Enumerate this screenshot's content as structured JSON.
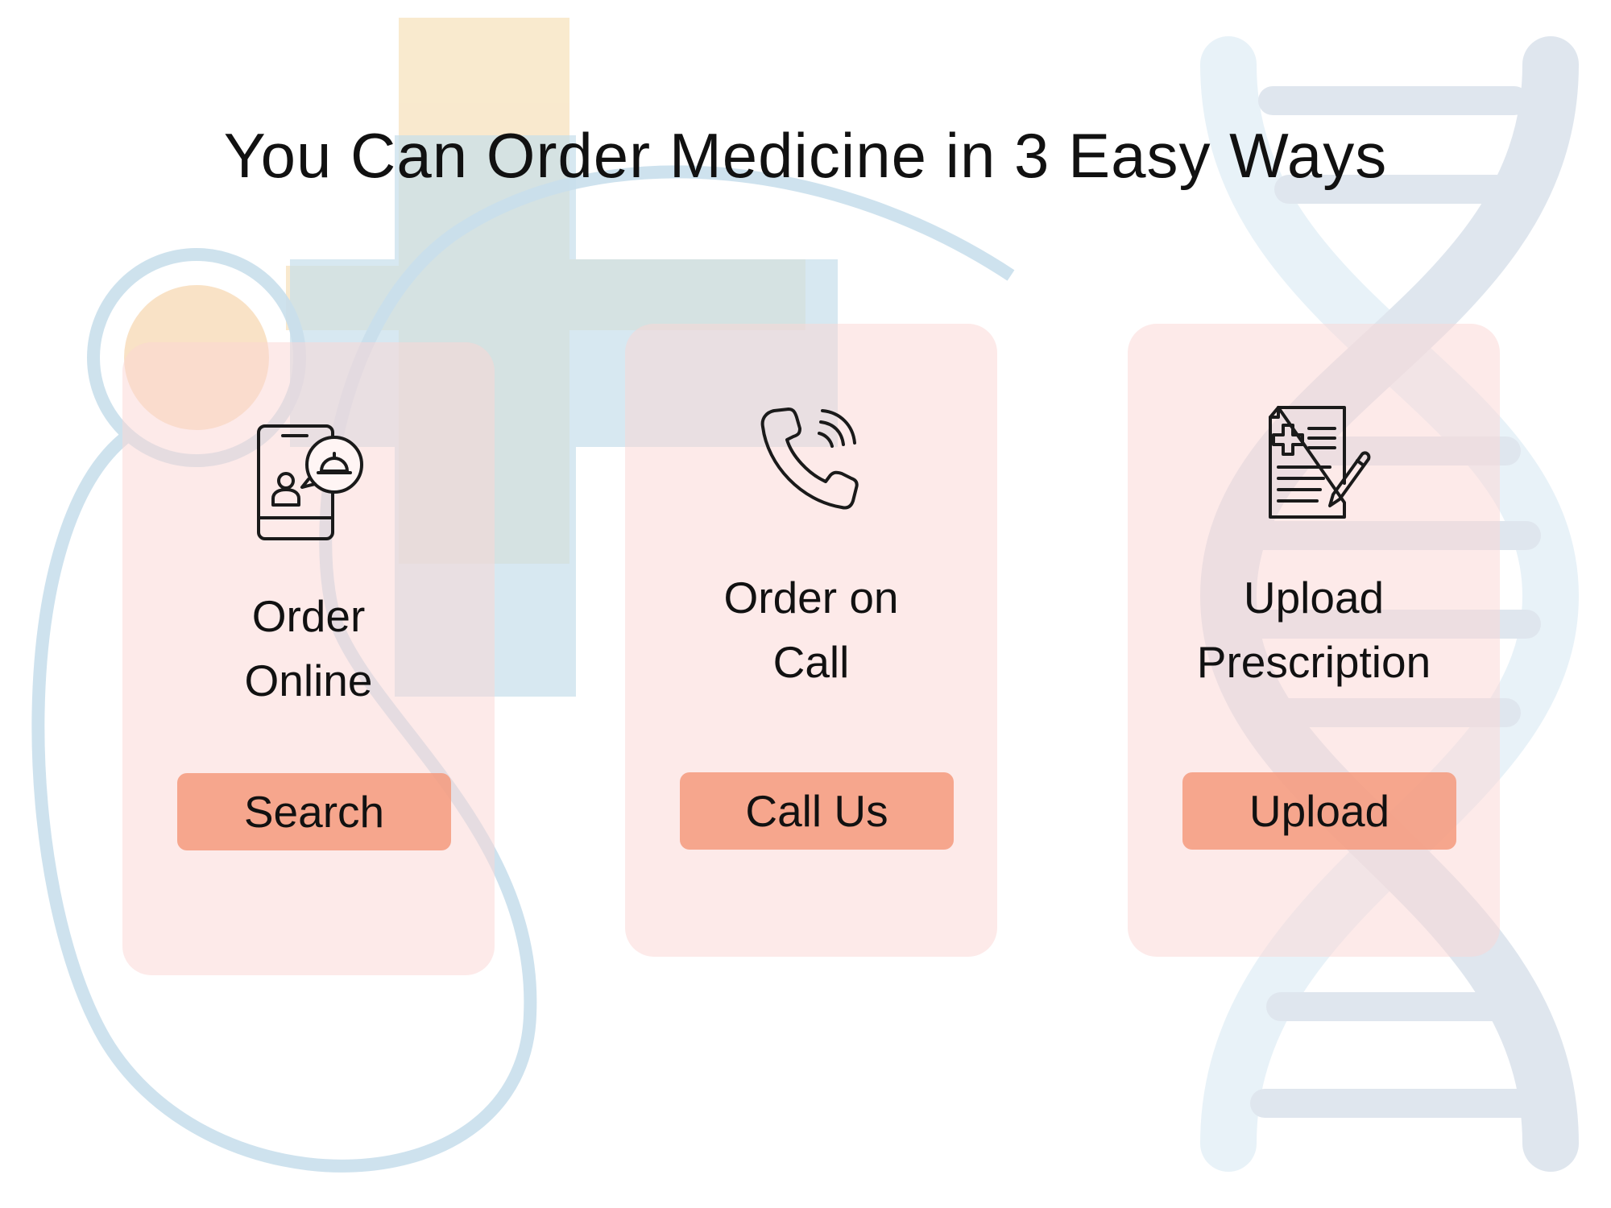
{
  "headline": "You Can Order Medicine in 3 Easy Ways",
  "cards": [
    {
      "icon": "mobile-order-icon",
      "title_line1": "Order",
      "title_line2": "Online",
      "button_label": "Search"
    },
    {
      "icon": "phone-call-icon",
      "title_line1": "Order on",
      "title_line2": "Call",
      "button_label": "Call Us"
    },
    {
      "icon": "prescription-icon",
      "title_line1": "Upload",
      "title_line2": "Prescription",
      "button_label": "Upload"
    }
  ],
  "colors": {
    "card": "#fcd6d4",
    "button": "#f49a7c",
    "cross_yellow": "#f8e6c6",
    "cross_blue": "#bcd8e8",
    "dna": "#dfe6ee"
  },
  "background_icons": [
    "medical-cross-icon",
    "stethoscope-icon",
    "dna-helix-icon"
  ]
}
